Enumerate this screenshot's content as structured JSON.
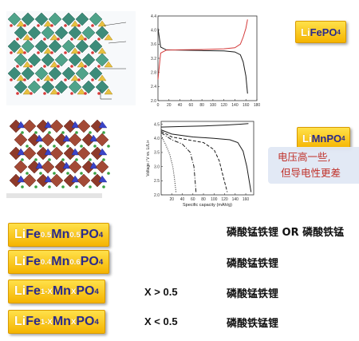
{
  "labels": {
    "lifepo4": {
      "p1": "Li",
      "p2": "FePO",
      "p3": "4"
    },
    "limnpo4": {
      "p1": "Li",
      "p2": "MnPO",
      "p3": "4"
    }
  },
  "tooltip": {
    "line1": "电压高一些,",
    "line2": "但导电性更差"
  },
  "rows": [
    {
      "li": "Li",
      "el1": "Fe",
      "s1": "0.5",
      "el2": "Mn",
      "s2": "0.5",
      "tail": "PO",
      "s3": "4",
      "cond": "",
      "desc": "磷酸锰铁锂 OR 磷酸铁锰"
    },
    {
      "li": "Li",
      "el1": "Fe",
      "s1": "0.4",
      "el2": "Mn",
      "s2": "0.6",
      "tail": "PO",
      "s3": "4",
      "cond": "",
      "desc": "磷酸锰铁锂"
    },
    {
      "li": "Li",
      "el1": "Fe",
      "s1": "1-X",
      "el2": "Mn",
      "s2": "X",
      "tail": "PO",
      "s3": "4",
      "cond": "X > 0.5",
      "desc": "磷酸锰铁锂"
    },
    {
      "li": "Li",
      "el1": "Fe",
      "s1": "1-X",
      "el2": "Mn",
      "s2": "X",
      "tail": "PO",
      "s3": "4",
      "cond": "X < 0.5",
      "desc": "磷酸铁锰锂"
    }
  ],
  "chart_data": [
    {
      "type": "line",
      "title": "",
      "xlabel": "",
      "ylabel": "",
      "xlim": [
        0,
        180
      ],
      "ylim": [
        2.0,
        4.4
      ],
      "xticks": [
        "0",
        "20",
        "40",
        "60",
        "80",
        "100",
        "120",
        "140",
        "160",
        "180"
      ],
      "yticks": [
        "2.0",
        "2.4",
        "2.8",
        "3.2",
        "3.6",
        "4.0",
        "4.4"
      ],
      "series": [
        {
          "name": "",
          "color": "#1a1a1a",
          "x": [
            0,
            5,
            15,
            40,
            80,
            120,
            140,
            150,
            155,
            160,
            163
          ],
          "y": [
            4.05,
            3.52,
            3.44,
            3.43,
            3.42,
            3.41,
            3.38,
            3.3,
            3.1,
            2.7,
            2.2
          ]
        },
        {
          "name": "",
          "color": "#d43a3a",
          "x": [
            0,
            5,
            15,
            40,
            80,
            120,
            140,
            150,
            155,
            160,
            163
          ],
          "y": [
            2.6,
            3.35,
            3.43,
            3.44,
            3.45,
            3.47,
            3.5,
            3.6,
            3.8,
            4.05,
            4.3
          ]
        }
      ]
    },
    {
      "type": "line",
      "title": "",
      "xlabel": "Specific capacity (mAh/g)",
      "ylabel": "Voltage / V vs. Li/Li+",
      "xlim": [
        0,
        175
      ],
      "ylim": [
        2.0,
        4.6
      ],
      "xticks": [
        "20",
        "40",
        "60",
        "80",
        "100",
        "120",
        "140",
        "160"
      ],
      "yticks": [
        "2.0",
        "2.5",
        "3.0",
        "3.5",
        "4.0",
        "4.5"
      ],
      "series": [
        {
          "name": "",
          "style": "solid",
          "x": [
            0,
            20,
            60,
            100,
            130,
            145,
            155,
            162,
            170
          ],
          "y": [
            4.3,
            4.15,
            4.05,
            4.0,
            3.95,
            3.85,
            3.55,
            3.0,
            2.1
          ]
        },
        {
          "name": "",
          "style": "dashed",
          "x": [
            0,
            20,
            50,
            80,
            100,
            110,
            118,
            125
          ],
          "y": [
            4.25,
            4.05,
            3.95,
            3.85,
            3.6,
            3.2,
            2.6,
            2.1
          ]
        },
        {
          "name": "",
          "style": "dashdot",
          "x": [
            0,
            20,
            40,
            55,
            62,
            66
          ],
          "y": [
            4.2,
            3.95,
            3.8,
            3.5,
            3.0,
            2.1
          ]
        },
        {
          "name": "",
          "style": "dotted",
          "x": [
            0,
            8,
            16,
            22,
            25,
            28
          ],
          "y": [
            4.1,
            3.8,
            3.45,
            3.0,
            2.6,
            2.1
          ]
        },
        {
          "name": "",
          "style": "solid",
          "x": [
            0,
            40,
            80,
            120,
            150,
            165
          ],
          "y": [
            4.4,
            4.42,
            4.44,
            4.47,
            4.5,
            4.52
          ]
        }
      ]
    }
  ]
}
